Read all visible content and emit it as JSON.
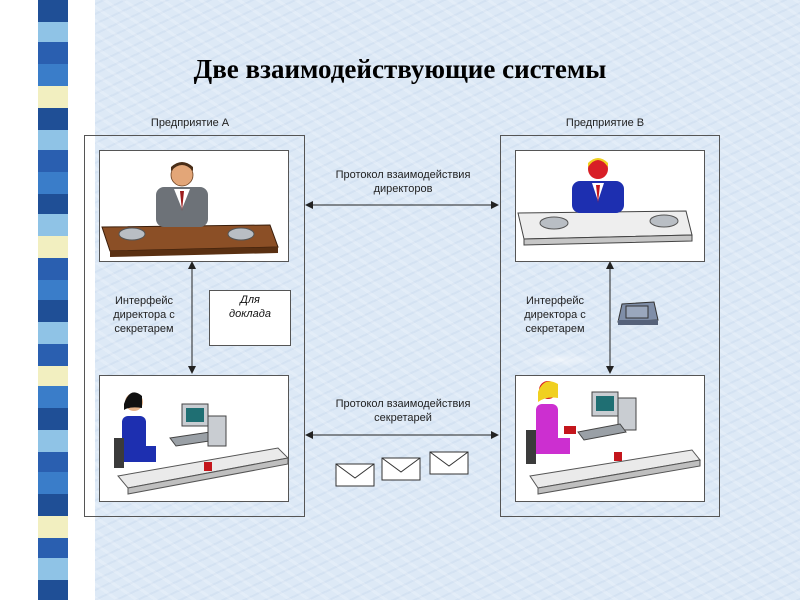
{
  "title": "Две взаимодействующие системы",
  "enterprise_a": {
    "label": "Предприятие А"
  },
  "enterprise_b": {
    "label": "Предприятие В"
  },
  "protocol_directors": {
    "line1": "Протокол взаимодействия",
    "line2": "директоров"
  },
  "protocol_secretaries": {
    "line1": "Протокол взаимодействия",
    "line2": "секретарей"
  },
  "interface_a": {
    "line1": "Интерфейс",
    "line2": "директора с",
    "line3": "секретарем"
  },
  "interface_b": {
    "line1": "Интерфейс",
    "line2": "директора с",
    "line3": "секретарем"
  },
  "report_note": {
    "line1": "Для",
    "line2": "доклада"
  },
  "stripe_colors": [
    "#1f4f96",
    "#3a7dc9",
    "#f2efc0",
    "#2a5fb0",
    "#8fc3e6"
  ],
  "icons": {
    "director_a": "businessman-at-desk-icon",
    "director_b": "director-at-desk-icon",
    "secretary_a": "secretary-at-computer-icon",
    "secretary_b": "secretary-at-computer-icon",
    "phone": "telephone-icon",
    "envelopes": "envelope-icon"
  }
}
